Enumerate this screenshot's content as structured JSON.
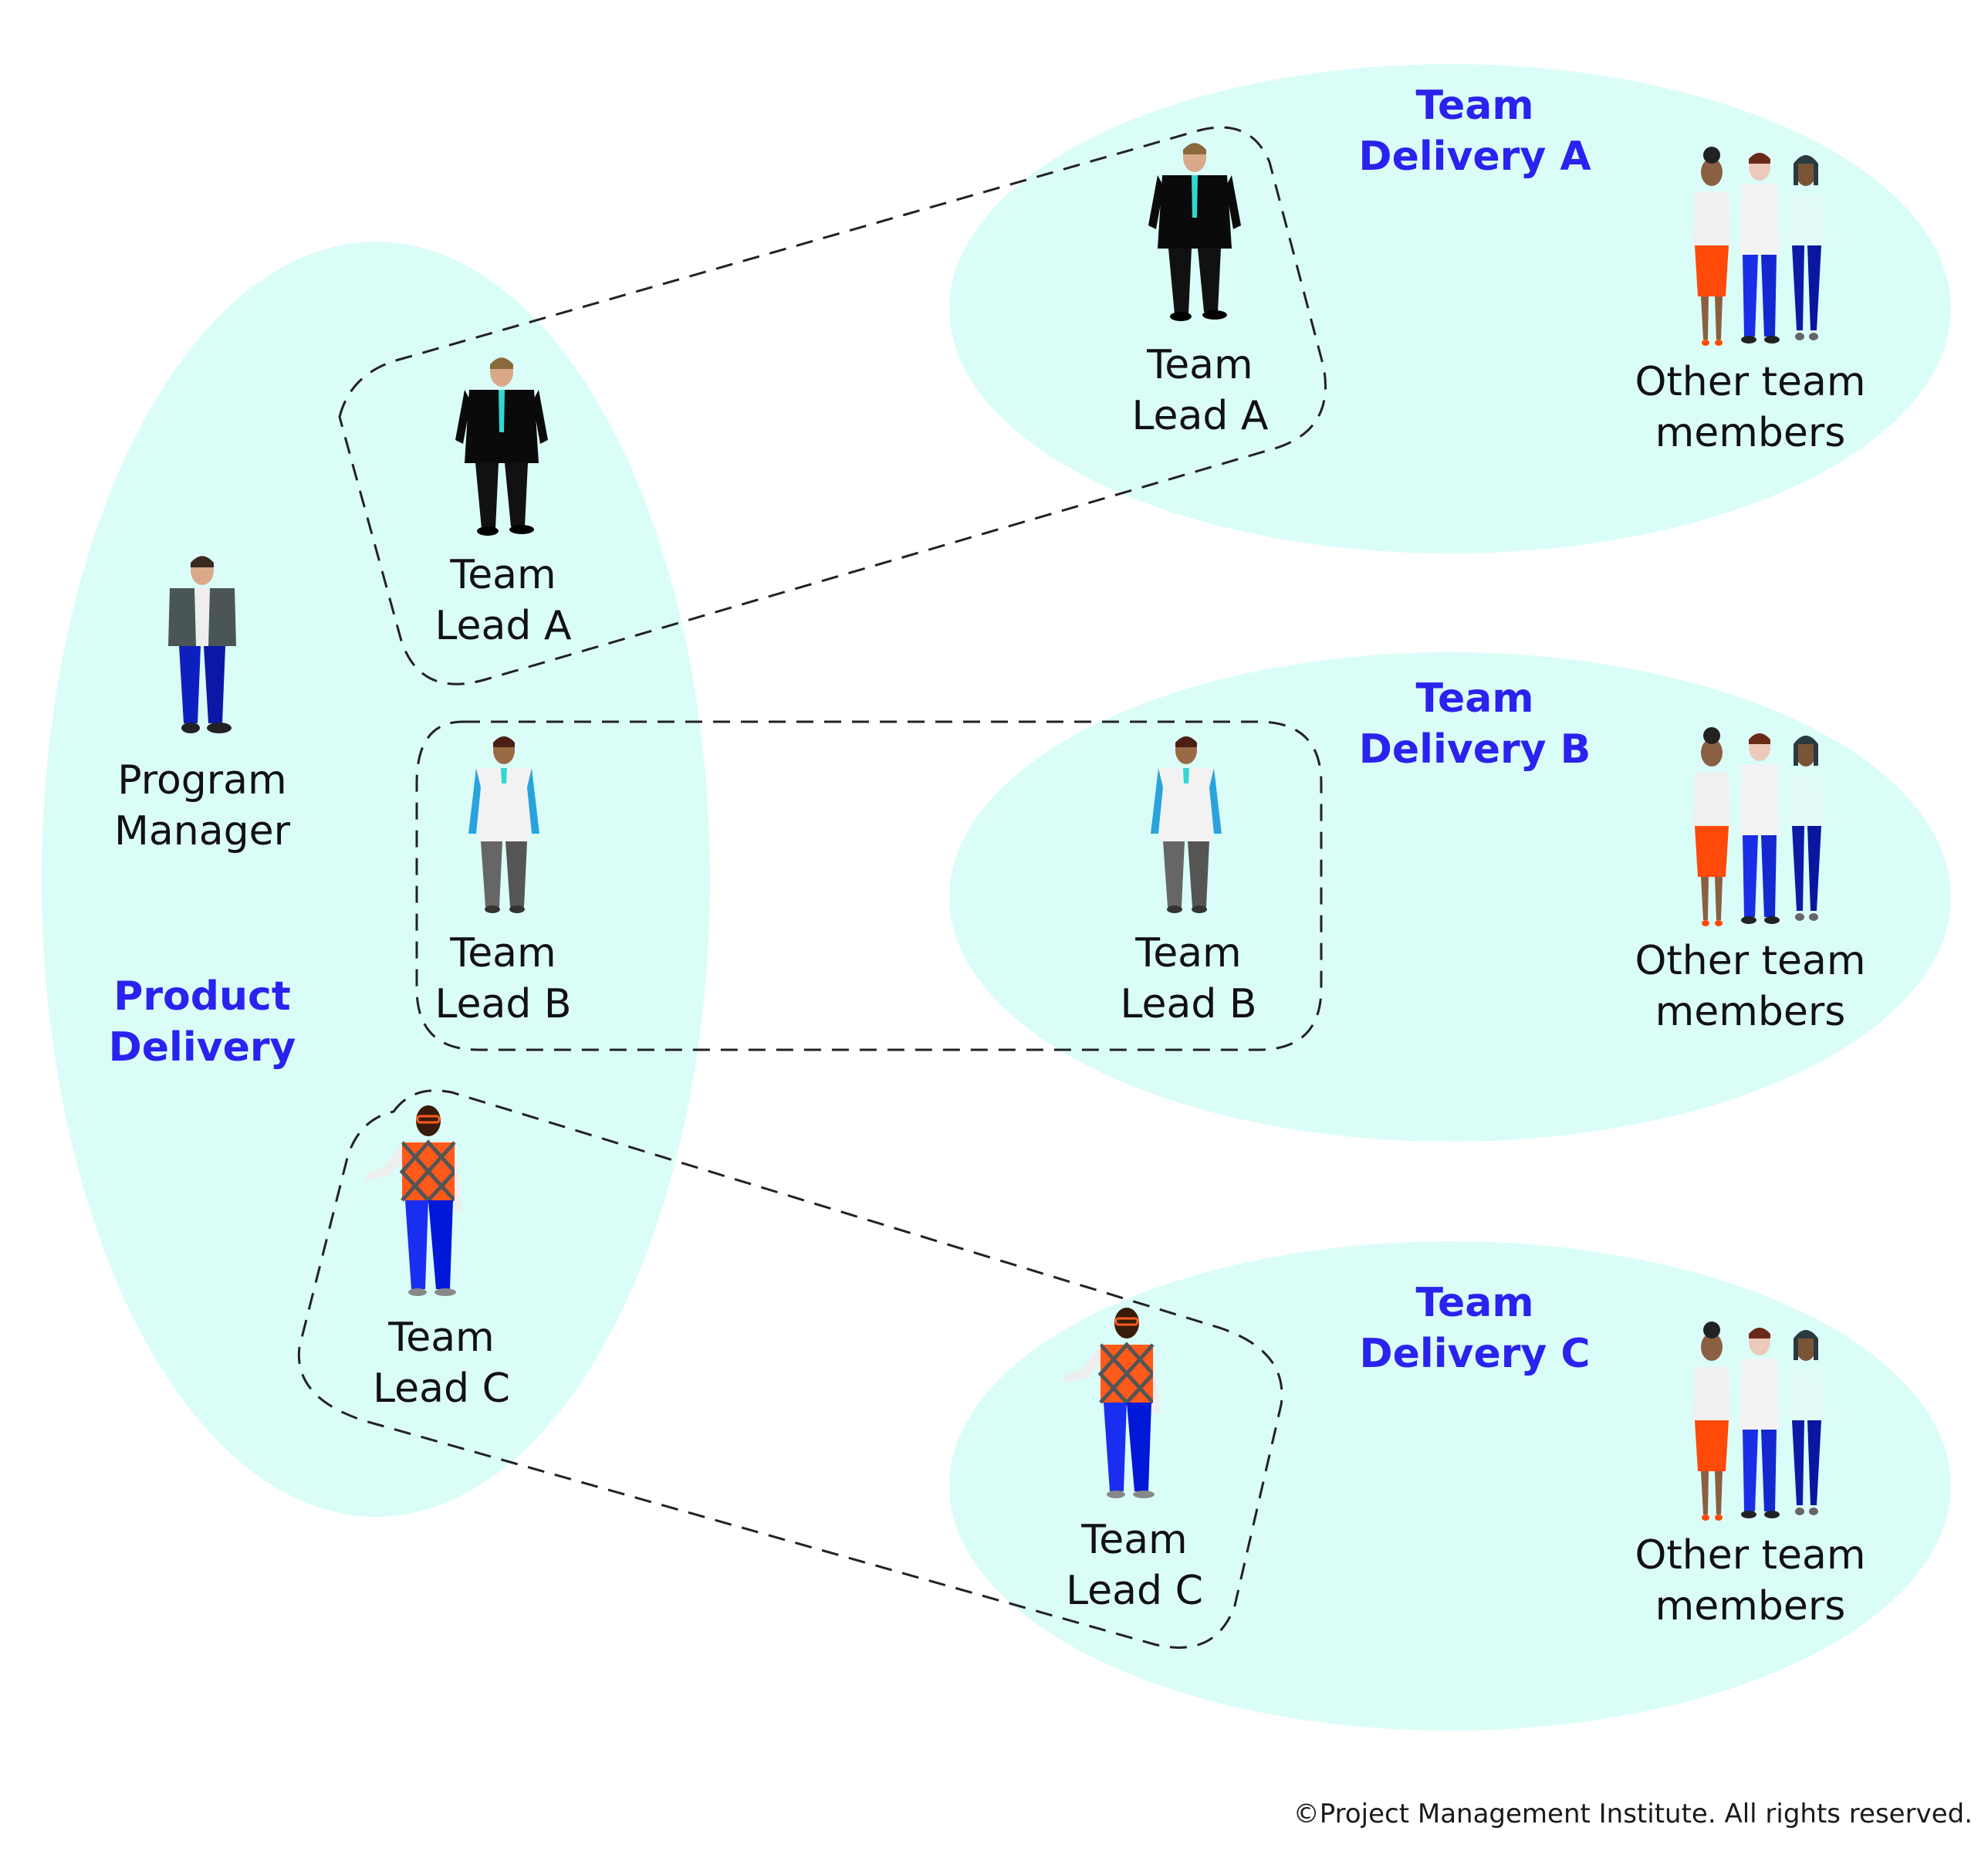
{
  "colors": {
    "ellipse_fill": "#dbfdf8",
    "title_color": "#2a22ee",
    "text_color": "#111111",
    "dash_color": "#222222"
  },
  "product_delivery": {
    "title": "Product\nDelivery",
    "program_manager": "Program\nManager",
    "lead_a": "Team\nLead A",
    "lead_b": "Team\nLead B",
    "lead_c": "Team\nLead C"
  },
  "teams": [
    {
      "title": "Team\nDelivery A",
      "lead": "Team\nLead A",
      "members": "Other team\nmembers"
    },
    {
      "title": "Team\nDelivery B",
      "lead": "Team\nLead B",
      "members": "Other team\nmembers"
    },
    {
      "title": "Team\nDelivery C",
      "lead": "Team\nLead C",
      "members": "Other team\nmembers"
    }
  ],
  "footer": {
    "copyright": "©Project Management Institute. All rights reserved."
  }
}
